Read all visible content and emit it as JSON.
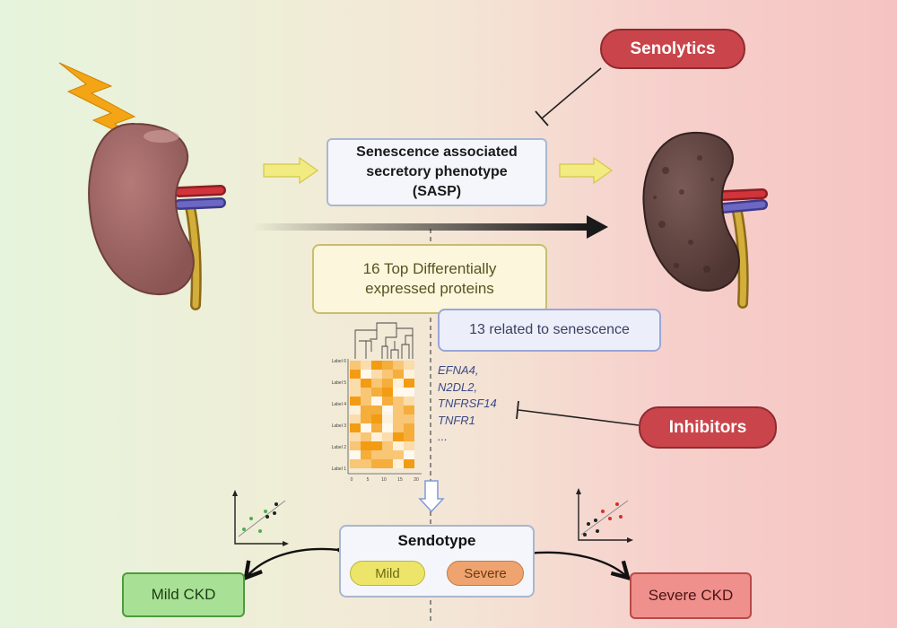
{
  "labels": {
    "senolytics": "Senolytics",
    "sasp": [
      "Senescence associated",
      "secretory phenotype",
      "(SASP)"
    ],
    "top16": [
      "16 Top Differentially",
      "expressed proteins"
    ],
    "related13": "13 related to senescence",
    "inhibitors": "Inhibitors",
    "sendotype": "Sendotype",
    "mild": "Mild",
    "severe": "Severe",
    "mild_ckd": "Mild CKD",
    "severe_ckd": "Severe CKD"
  },
  "genes": [
    "EFNA4,",
    "N2DL2,",
    "TNFRSF14",
    "TNFR1",
    "..."
  ],
  "heatmap": {
    "row_labels": [
      "Label 6",
      "Label 5",
      "Label 4",
      "Label 3",
      "Label 2",
      "Label 1"
    ],
    "x_ticks": [
      "0",
      "5",
      "10",
      "15",
      "20"
    ]
  },
  "colors": {
    "red_pill": "#c9454b",
    "mild_chip": "#ece56a",
    "severe_chip": "#efa470",
    "mild_ckd": "#a8e195",
    "severe_ckd": "#f0908c",
    "heat_high": "#f39c12",
    "heat_low": "#fdf1dc"
  }
}
